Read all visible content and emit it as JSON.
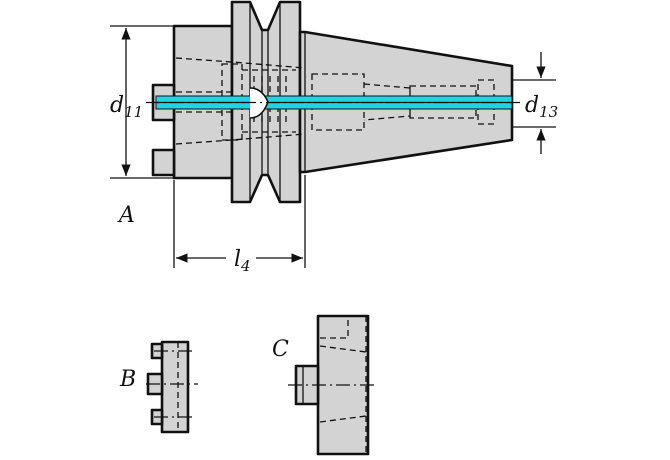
{
  "labels": {
    "d11": {
      "main": "d",
      "sub": "11"
    },
    "d13": {
      "main": "d",
      "sub": "13"
    },
    "l4": {
      "main": "l",
      "sub": "4"
    },
    "a": "A",
    "b": "B",
    "c": "C"
  },
  "colors": {
    "fill": "#d3d3d3",
    "line": "#111111",
    "coolant": "#22d3e6",
    "background": "#ffffff"
  }
}
